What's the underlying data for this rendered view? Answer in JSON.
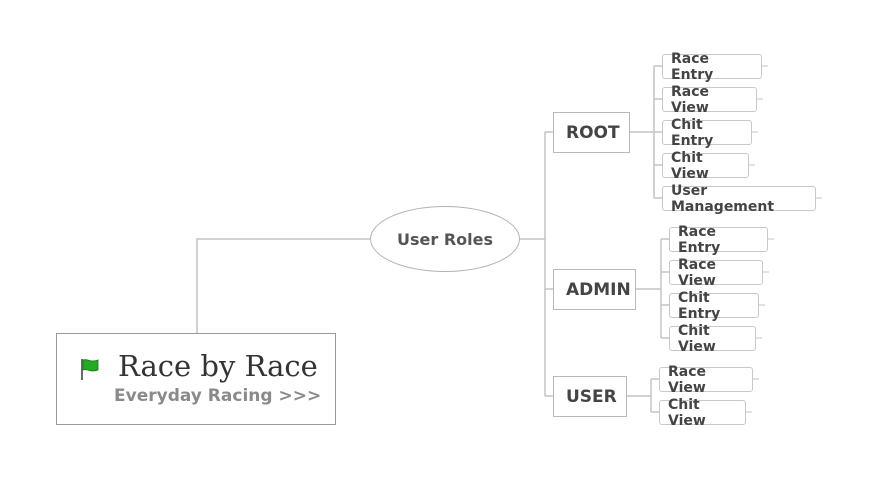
{
  "center": {
    "label": "User Roles"
  },
  "brand": {
    "title": "Race by Race",
    "subtitle": "Everyday Racing >>>"
  },
  "roles": [
    {
      "label": "ROOT",
      "items": [
        "Race Entry",
        "Race View",
        "Chit Entry",
        "Chit View",
        "User Management"
      ]
    },
    {
      "label": "ADMIN",
      "items": [
        "Race Entry",
        "Race View",
        "Chit Entry",
        "Chit View"
      ]
    },
    {
      "label": "USER",
      "items": [
        "Race View",
        "Chit View"
      ]
    }
  ],
  "colors": {
    "line": "#c4c4c4",
    "flag": "#22aa22",
    "text": "#444444"
  }
}
